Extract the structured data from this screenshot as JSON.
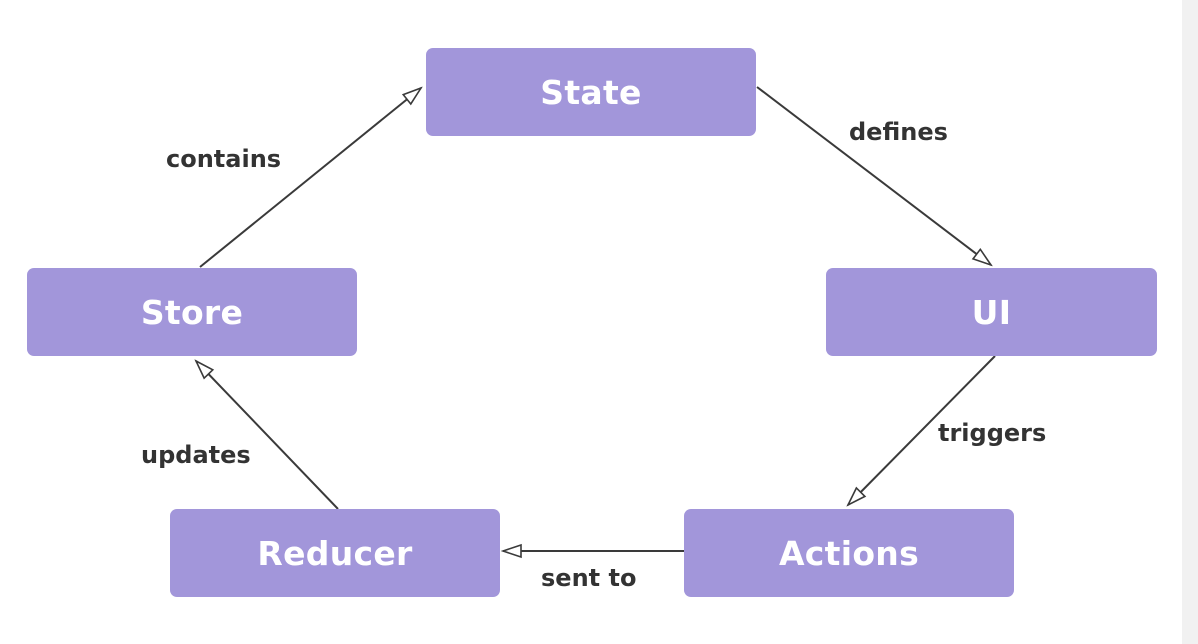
{
  "diagram": {
    "nodes": {
      "state": "State",
      "ui": "UI",
      "actions": "Actions",
      "reducer": "Reducer",
      "store": "Store"
    },
    "edges": {
      "state_to_ui": "defines",
      "ui_to_actions": "triggers",
      "actions_to_reducer": "sent to",
      "reducer_to_store": "updates",
      "store_to_state": "contains"
    }
  },
  "colors": {
    "node_fill": "#a296da",
    "node_text": "#ffffff",
    "edge_stroke": "#3a3a3a",
    "label_text": "#333333"
  }
}
